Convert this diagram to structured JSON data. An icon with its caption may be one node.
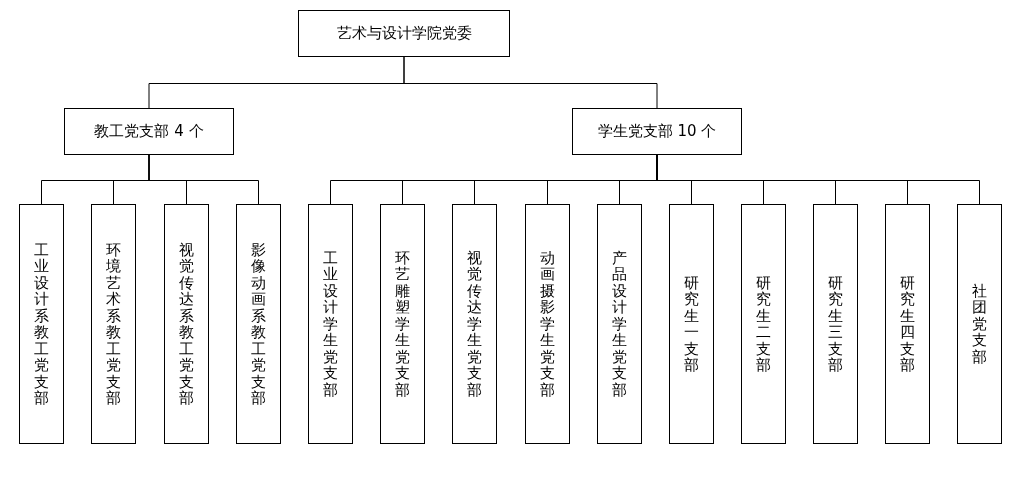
{
  "diagram": {
    "nodes": [
      {
        "text": [
          "艺术与设计学院党委"
        ]
      },
      {
        "text": [
          "教工党支部 4 个"
        ]
      },
      {
        "text": [
          "学生党支部 10 个"
        ]
      },
      {
        "text": [
          "工业设计系教工党支部"
        ]
      },
      {
        "text": [
          "环境艺术系教工党支部"
        ]
      },
      {
        "text": [
          "视觉传达系教工党支部"
        ]
      },
      {
        "text": [
          "影像动画系教工党支部"
        ]
      },
      {
        "text": [
          "工业设计学生党支部"
        ]
      },
      {
        "text": [
          "环艺雕塑学生党支部"
        ]
      },
      {
        "text": [
          "视觉传达学生党支部"
        ]
      },
      {
        "text": [
          "动画摄影学生党支部"
        ]
      },
      {
        "text": [
          "产品设计学生党支部"
        ]
      },
      {
        "text": [
          "研究生一支部"
        ]
      },
      {
        "text": [
          "研究生二支部"
        ]
      },
      {
        "text": [
          "研究生三支部"
        ]
      },
      {
        "text": [
          "研究生四支部"
        ]
      },
      {
        "text": [
          "社团党支部"
        ]
      }
    ],
    "edges": [
      {
        "from": 0,
        "to": 1,
        "arrow": "none"
      },
      {
        "from": 0,
        "to": 2,
        "arrow": "none"
      },
      {
        "from": 1,
        "to": 3,
        "arrow": "none"
      },
      {
        "from": 1,
        "to": 4,
        "arrow": "none"
      },
      {
        "from": 1,
        "to": 5,
        "arrow": "none"
      },
      {
        "from": 1,
        "to": 6,
        "arrow": "none"
      },
      {
        "from": 2,
        "to": 7,
        "arrow": "none"
      },
      {
        "from": 2,
        "to": 8,
        "arrow": "none"
      },
      {
        "from": 2,
        "to": 9,
        "arrow": "none"
      },
      {
        "from": 2,
        "to": 10,
        "arrow": "none"
      },
      {
        "from": 2,
        "to": 11,
        "arrow": "none"
      },
      {
        "from": 2,
        "to": 12,
        "arrow": "none"
      },
      {
        "from": 2,
        "to": 13,
        "arrow": "none"
      },
      {
        "from": 2,
        "to": 14,
        "arrow": "none"
      },
      {
        "from": 2,
        "to": 15,
        "arrow": "none"
      },
      {
        "from": 2,
        "to": 16,
        "arrow": "none"
      }
    ]
  }
}
